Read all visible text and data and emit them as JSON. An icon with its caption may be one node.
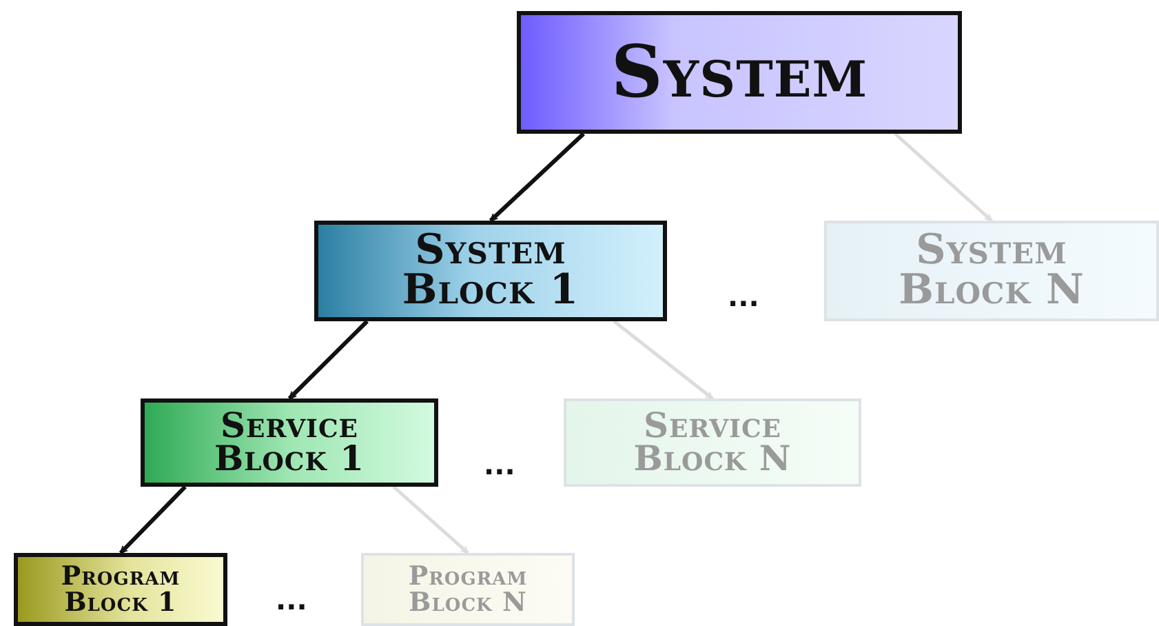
{
  "diagram": {
    "nodes": [
      {
        "text": [
          "System"
        ]
      },
      {
        "text": [
          "System Block 1"
        ]
      },
      {
        "text": [
          "System Block N"
        ]
      },
      {
        "text": [
          "Service Block 1"
        ]
      },
      {
        "text": [
          "Service Block N"
        ]
      },
      {
        "text": [
          "Program Block 1"
        ]
      },
      {
        "text": [
          "Program Block N"
        ]
      }
    ],
    "edges": [
      {
        "from": 0,
        "to": 1,
        "arrow": "to"
      },
      {
        "from": 0,
        "to": 2,
        "arrow": "to",
        "color": "#dcdcdc"
      },
      {
        "from": 1,
        "to": 3,
        "arrow": "to"
      },
      {
        "from": 1,
        "to": 4,
        "arrow": "to",
        "color": "#dcdcdc"
      },
      {
        "from": 3,
        "to": 5,
        "arrow": "to"
      },
      {
        "from": 3,
        "to": 6,
        "arrow": "to",
        "color": "#dcdcdc"
      }
    ],
    "labels": [
      "...",
      "...",
      "..."
    ]
  }
}
